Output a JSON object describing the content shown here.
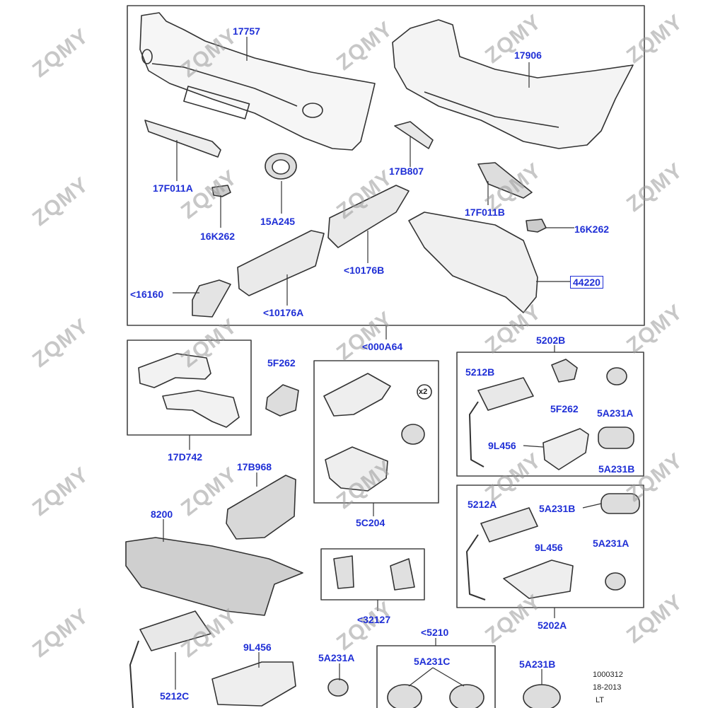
{
  "watermark": "ZQMY",
  "doc_ref": {
    "line1": "1000312",
    "line2": "18-2013",
    "line3": "LT"
  },
  "callouts": {
    "c17757": "17757",
    "c17906": "17906",
    "c17F011A": "17F011A",
    "c17B807": "17B807",
    "c17F011B": "17F011B",
    "c16K262_left": "16K262",
    "c16K262_right": "16K262",
    "c15A245": "15A245",
    "c10176B": "<10176B",
    "c16160": "<16160",
    "c10176A": "<10176A",
    "c44220": "44220",
    "c000A64": "<000A64",
    "c5F262_top": "5F262",
    "c17D742": "17D742",
    "c17B968": "17B968",
    "c5C204": "5C204",
    "cx2": "x2",
    "c5202B": "5202B",
    "c5212B": "5212B",
    "c5F262_right": "5F262",
    "c5A231A_top": "5A231A",
    "c9L456_top": "9L456",
    "c5A231B_top": "5A231B",
    "c8200": "8200",
    "c5212A": "5212A",
    "c5A231B_mid": "5A231B",
    "c9L456_mid": "9L456",
    "c5A231A_mid": "5A231A",
    "c5202A": "5202A",
    "c32127": "<32127",
    "c5210": "<5210",
    "c5212C": "5212C",
    "c9L456_bot": "9L456",
    "c5A231A_bot": "5A231A",
    "c5A231C": "5A231C",
    "c5A231B_bot": "5A231B"
  }
}
